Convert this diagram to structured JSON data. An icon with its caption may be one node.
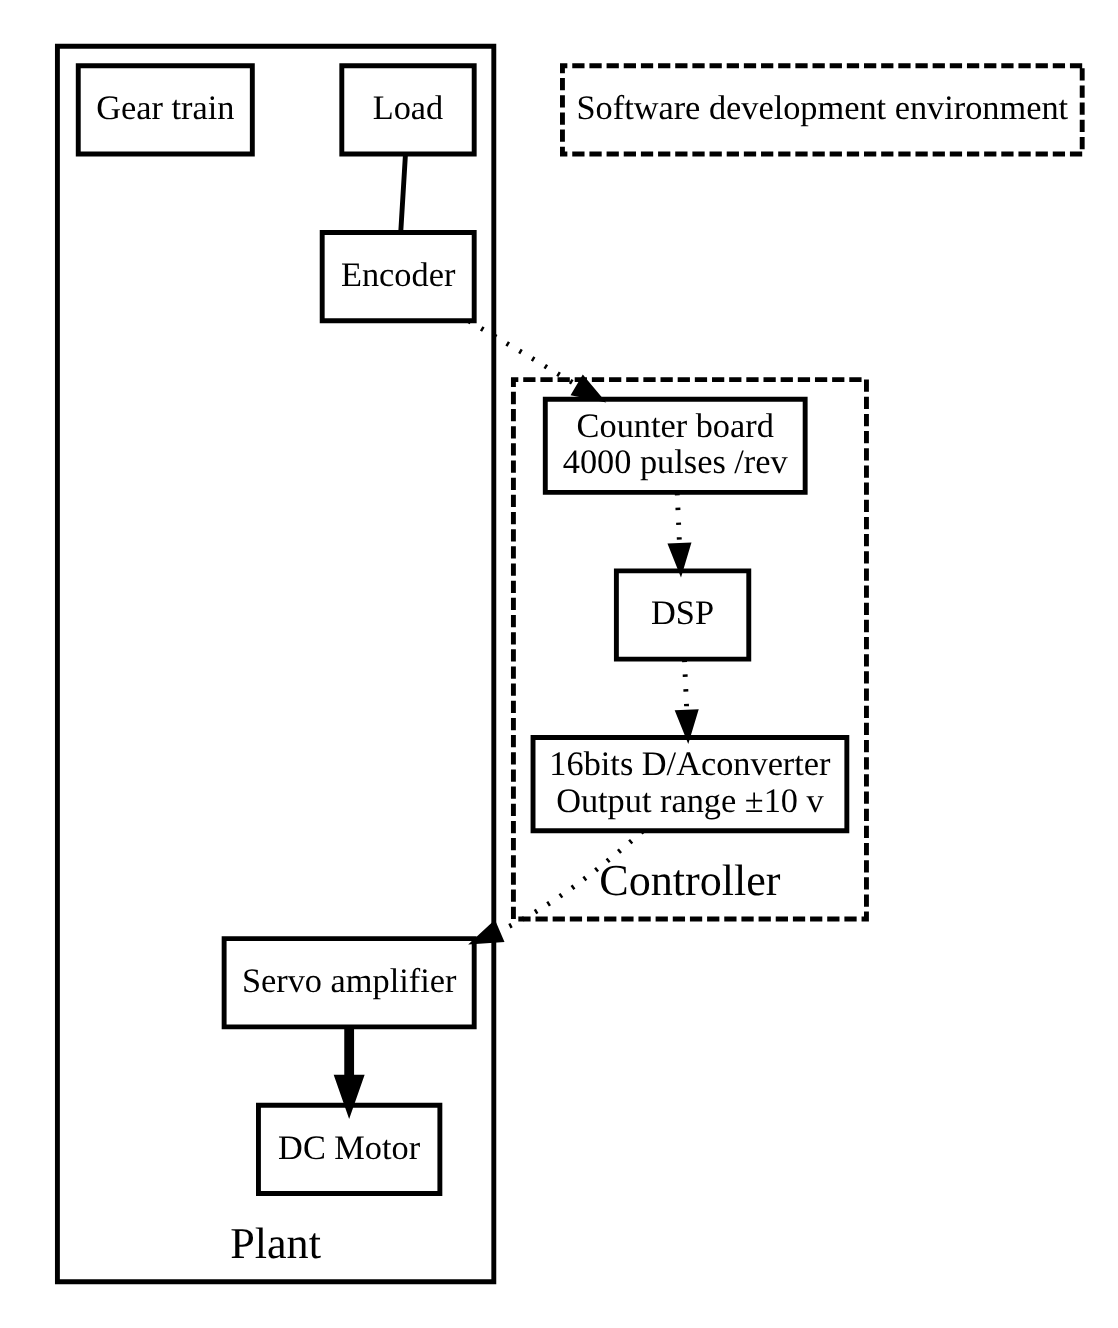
{
  "diagram": {
    "nodes": [
      {
        "text": [
          "Plant"
        ]
      },
      {
        "text": [
          "Load"
        ],
        "in": 0
      },
      {
        "text": [
          "Encoder"
        ],
        "in": 0
      },
      {
        "text": [
          "Gear train"
        ],
        "in": 0
      },
      {
        "text": [
          "DC Motor"
        ],
        "in": 0
      },
      {
        "text": [
          "Servo amplifier"
        ],
        "in": 0
      },
      {
        "text": [
          "Software development environment"
        ]
      },
      {
        "text": [
          "Controller"
        ]
      },
      {
        "text": [
          "Counter board",
          "4000 pulses /rev"
        ],
        "in": 7
      },
      {
        "text": [
          "DSP"
        ],
        "in": 7
      },
      {
        "text": [
          "16bits D/Aconverter",
          "Output range ±10 v"
        ],
        "in": 7
      }
    ],
    "edges": [
      {
        "from": 1,
        "to": 2,
        "arrow": "none"
      },
      {
        "from": 5,
        "to": 4,
        "arrow": "to",
        "style": "thick"
      },
      {
        "from": 2,
        "to": 8,
        "arrow": "to",
        "style": "dashed"
      },
      {
        "from": 8,
        "to": 9,
        "arrow": "to",
        "style": "dashed"
      },
      {
        "from": 9,
        "to": 10,
        "arrow": "to",
        "style": "dashed"
      },
      {
        "from": 10,
        "to": 5,
        "arrow": "to",
        "style": "dashed"
      }
    ]
  }
}
